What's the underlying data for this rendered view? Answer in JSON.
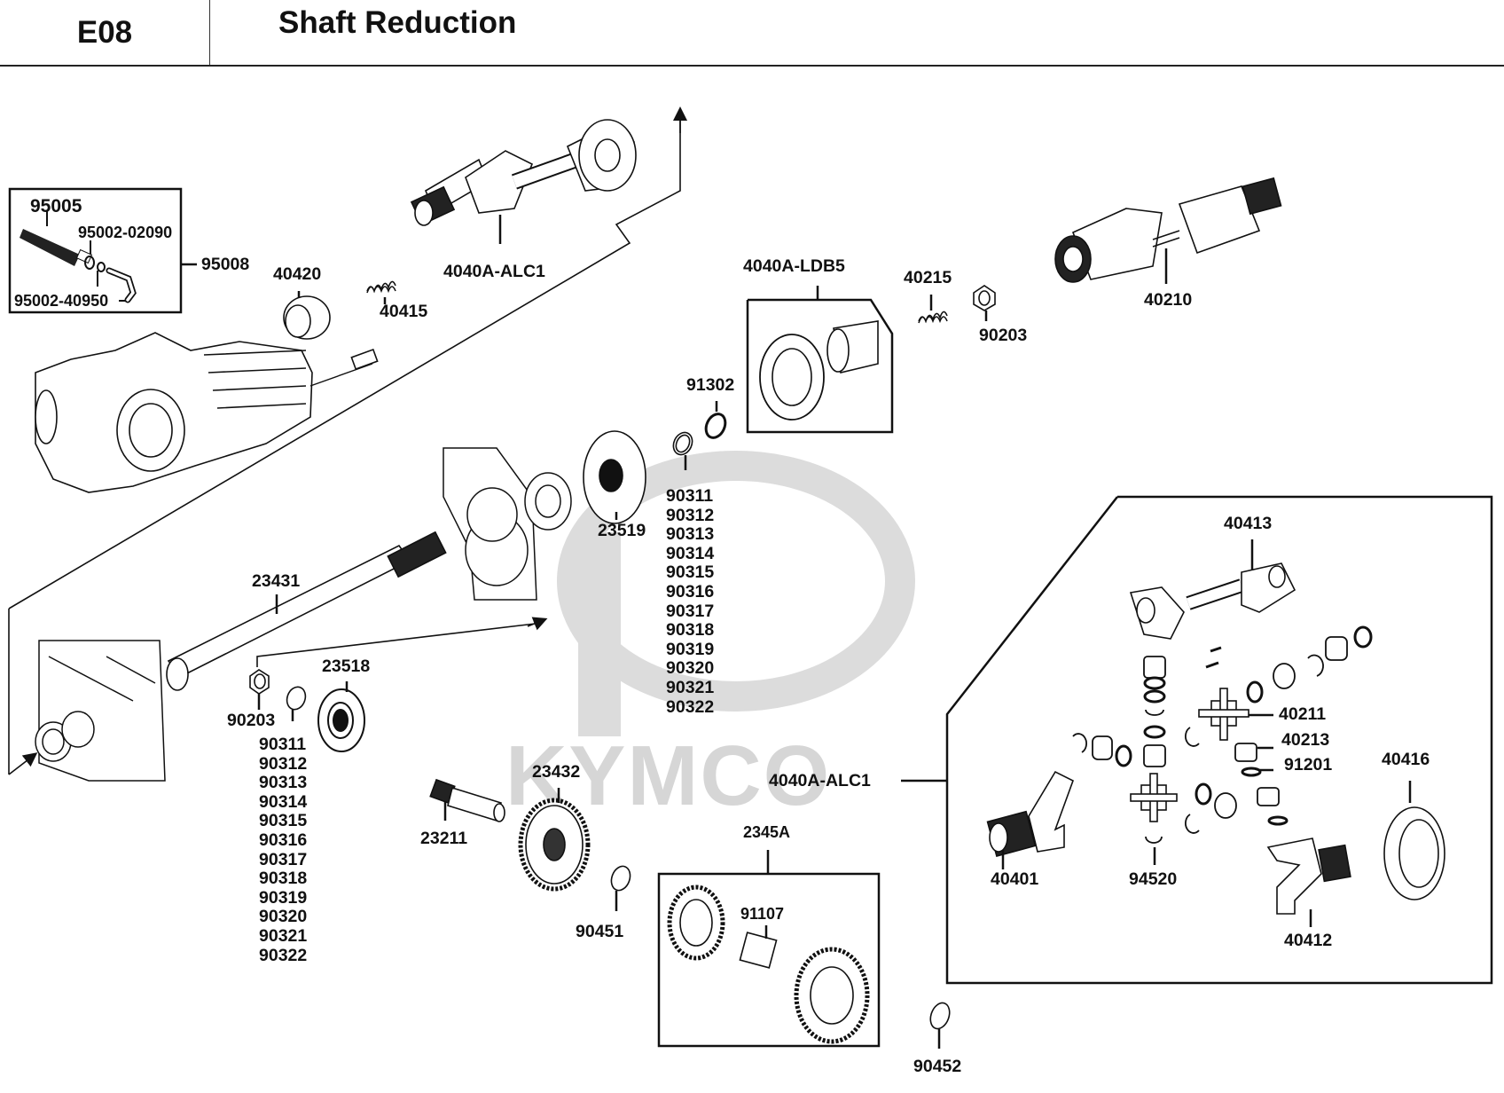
{
  "header": {
    "section_code": "E08",
    "title": "Shaft Reduction"
  },
  "watermark": {
    "brand": "KYMCO",
    "color": "#d6d6d6"
  },
  "callouts": {
    "p95005": "95005",
    "p95002_02090": "95002-02090",
    "p95002_40950": "95002-40950",
    "p95008": "95008",
    "p40420": "40420",
    "p40415": "40415",
    "p4040A_ALC1_top": "4040A-ALC1",
    "p4040A_LDB5": "4040A-LDB5",
    "p40215": "40215",
    "p90203_top": "90203",
    "p40210": "40210",
    "p91302": "91302",
    "p23519": "23519",
    "p23431": "23431",
    "p23518": "23518",
    "p90203_bottom": "90203",
    "p23432": "23432",
    "p23211": "23211",
    "p90451": "90451",
    "p2345A": "2345A",
    "p91107": "91107",
    "p90452": "90452",
    "p4040A_ALC1_detail": "4040A-ALC1",
    "p40413": "40413",
    "p40211": "40211",
    "p40213": "40213",
    "p91201": "91201",
    "p40416": "40416",
    "p40401": "40401",
    "p94520": "94520",
    "p40412": "40412"
  },
  "shim_list_center": [
    "90311",
    "90312",
    "90313",
    "90314",
    "90315",
    "90316",
    "90317",
    "90318",
    "90319",
    "90320",
    "90321",
    "90322"
  ],
  "shim_list_left": [
    "90311",
    "90312",
    "90313",
    "90314",
    "90315",
    "90316",
    "90317",
    "90318",
    "90319",
    "90320",
    "90321",
    "90322"
  ]
}
